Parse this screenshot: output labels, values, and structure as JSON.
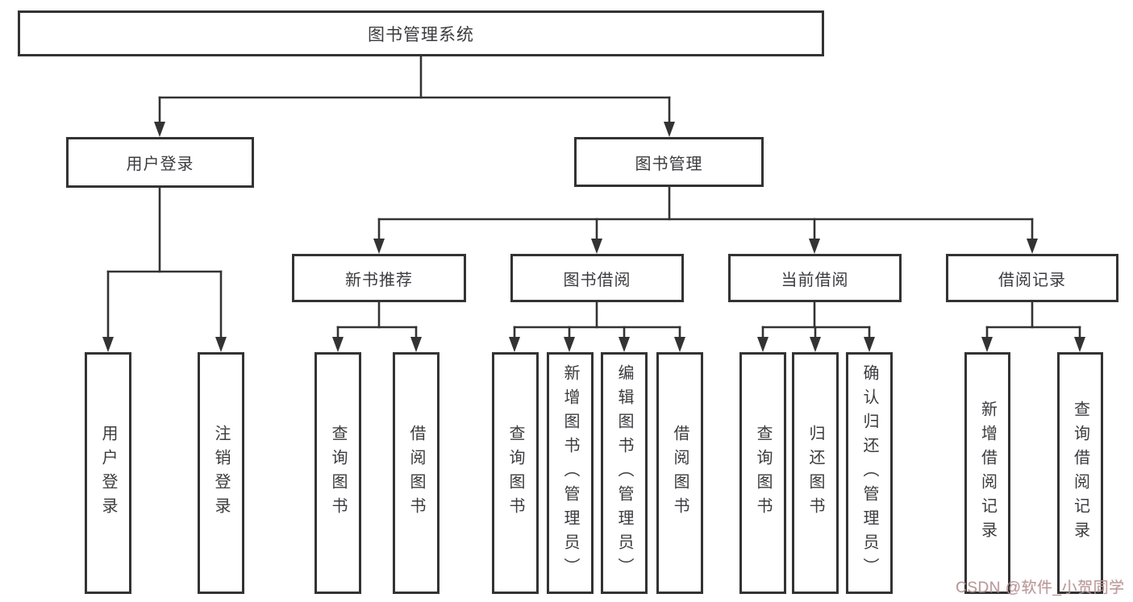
{
  "diagram": {
    "title": "图书管理系统",
    "branches": [
      {
        "label": "用户登录",
        "children": [
          {
            "label": "用户登录"
          },
          {
            "label": "注销登录"
          }
        ]
      },
      {
        "label": "图书管理",
        "children": [
          {
            "label": "新书推荐",
            "children": [
              {
                "label": "查询图书"
              },
              {
                "label": "借阅图书"
              }
            ]
          },
          {
            "label": "图书借阅",
            "children": [
              {
                "label": "查询图书"
              },
              {
                "label": "新增图书（管理员）"
              },
              {
                "label": "编辑图书（管理员）"
              },
              {
                "label": "借阅图书"
              }
            ]
          },
          {
            "label": "当前借阅",
            "children": [
              {
                "label": "查询图书"
              },
              {
                "label": "归还图书"
              },
              {
                "label": "确认归还（管理员）"
              }
            ]
          },
          {
            "label": "借阅记录",
            "children": [
              {
                "label": "新增借阅记录"
              },
              {
                "label": "查询借阅记录"
              }
            ]
          }
        ]
      }
    ]
  },
  "watermark": {
    "text": "CSDN @软件_小贺同学",
    "color": "#b09494"
  },
  "colors": {
    "line": "#333333",
    "box_border": "#333333",
    "text": "#3b3b3f",
    "background": "#ffffff"
  }
}
